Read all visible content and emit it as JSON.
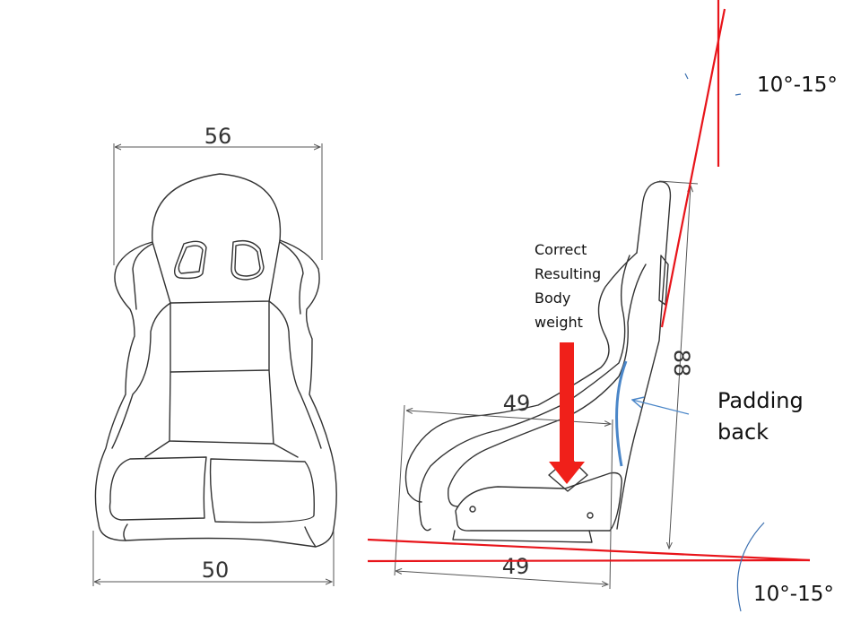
{
  "front_view": {
    "top_width": "56",
    "bottom_width": "50"
  },
  "side_view": {
    "seat_depth_top": "49",
    "seat_depth_bottom": "49",
    "height": "88"
  },
  "annotations": {
    "recline_angle_top": "10°-15°",
    "recline_angle_bottom": "10°-15°",
    "weight_label": [
      "Correct",
      "Resulting",
      "Body",
      "weight"
    ],
    "padding_label": [
      "Padding",
      "back"
    ]
  },
  "colors": {
    "guide_red": "#e8141a",
    "padding_blue": "#4a86c8",
    "outline": "#333333"
  }
}
